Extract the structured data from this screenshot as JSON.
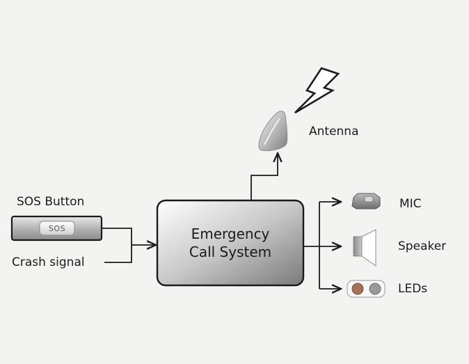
{
  "inputs": {
    "sos_button_label": "SOS Button",
    "sos_key_text": "SOS",
    "crash_signal_label": "Crash signal"
  },
  "system": {
    "line1": "Emergency",
    "line2": "Call System"
  },
  "outputs": {
    "antenna_label": "Antenna",
    "mic_label": "MIC",
    "speaker_label": "Speaker",
    "leds_label": "LEDs"
  },
  "icons": {
    "lightning": "lightning-bolt-icon",
    "antenna": "shark-fin-antenna-icon",
    "mic": "microphone-module-icon",
    "speaker": "speaker-icon",
    "leds": "led-indicator-icon"
  },
  "colors": {
    "background": "#f3f3f2",
    "stroke": "#1a1a1a",
    "led_left": "#a5715a",
    "led_right": "#9a9a9a"
  }
}
